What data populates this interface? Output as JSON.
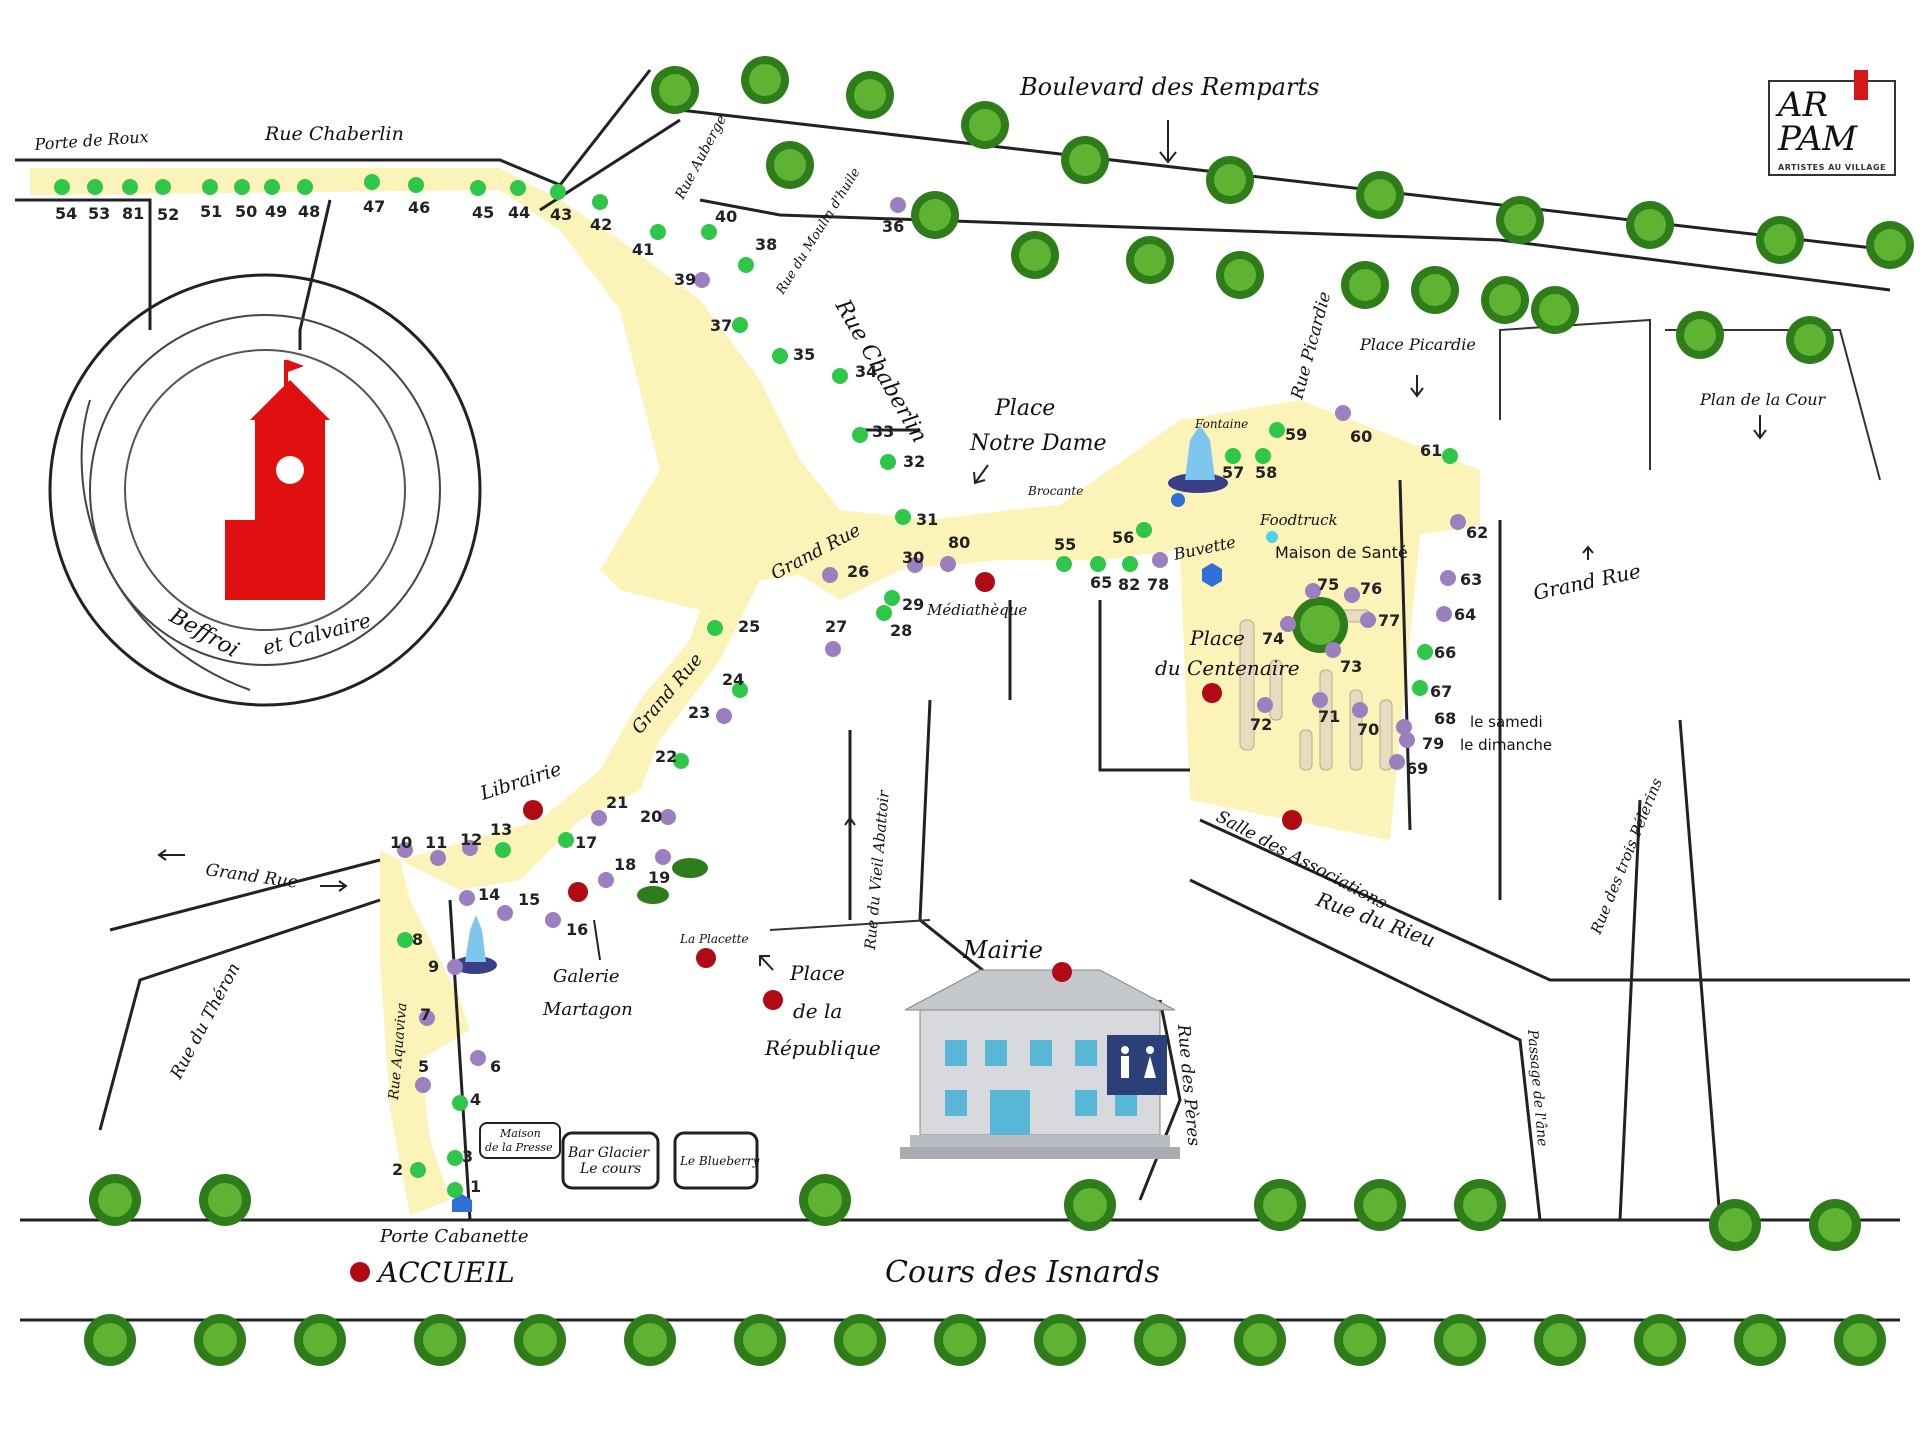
{
  "logo": {
    "text_top": "AR PAM",
    "text_sub": "ARTISTES AU VILLAGE"
  },
  "streets": {
    "boulevard_remparts": "Boulevard des Remparts",
    "porte_de_roux": "Porte de Roux",
    "rue_chaberlin_top": "Rue Chaberlin",
    "rue_auberge": "Rue Auberge",
    "rue_moulin": "Rue du Moulin d'huile",
    "rue_chaberlin_diag": "Rue Chaberlin",
    "place_notre_dame_1": "Place",
    "place_notre_dame_2": "Notre Dame",
    "brocante": "Brocante",
    "rue_picardie": "Rue Picardie",
    "place_picardie": "Place Picardie",
    "plan_de_la_cour": "Plan de la Cour",
    "fontaine": "Fontaine",
    "foodtruck": "Foodtruck",
    "buvette": "Buvette",
    "maison_de_sante": "Maison de Santé",
    "grand_rue_right": "Grand Rue",
    "grand_rue_mid": "Grand Rue",
    "grand_rue_lower": "Grand Rue",
    "grand_rue_left": "Grand Rue",
    "beffroi": "Beffroi",
    "et_calvaire": "et Calvaire",
    "mediatheque": "Médiathèque",
    "place_centenaire_1": "Place",
    "place_centenaire_2": "du Centenaire",
    "samedi": "le samedi",
    "dimanche": "le dimanche",
    "librairie": "Librairie",
    "salle_associations": "Salle des Associations",
    "rue_rieu": "Rue du Rieu",
    "rue_trois_pelerins": "Rue des trois Pélerins",
    "rue_vieil_abattoir": "Rue du Vieil Abattoir",
    "la_placette": "La Placette",
    "place_rep_1": "Place",
    "place_rep_2": "de la",
    "place_rep_3": "République",
    "galerie_1": "Galerie",
    "galerie_2": "Martagon",
    "mairie": "Mairie",
    "rue_peres": "Rue des Pères",
    "passage_ane": "Passage de l'âne",
    "rue_theron": "Rue du Théron",
    "rue_aquaviva": "Rue Aquaviva",
    "maison_presse_1": "Maison",
    "maison_presse_2": "de la Presse",
    "bar_glacier_1": "Bar Glacier",
    "bar_glacier_2": "Le cours",
    "le_blueberry": "Le Blueberry",
    "porte_cabanette": "Porte Cabanette",
    "accueil": "ACCUEIL",
    "cours_isnards": "Cours des Isnards"
  },
  "stands": [
    {
      "n": "1",
      "c": "green"
    },
    {
      "n": "2",
      "c": "green"
    },
    {
      "n": "3",
      "c": "green"
    },
    {
      "n": "4",
      "c": "green"
    },
    {
      "n": "5",
      "c": "purple"
    },
    {
      "n": "6",
      "c": "purple"
    },
    {
      "n": "7",
      "c": "purple"
    },
    {
      "n": "8",
      "c": "green"
    },
    {
      "n": "9",
      "c": "purple"
    },
    {
      "n": "10",
      "c": "purple"
    },
    {
      "n": "11",
      "c": "purple"
    },
    {
      "n": "12",
      "c": "purple"
    },
    {
      "n": "13",
      "c": "green"
    },
    {
      "n": "14",
      "c": "purple"
    },
    {
      "n": "15",
      "c": "purple"
    },
    {
      "n": "16",
      "c": "purple"
    },
    {
      "n": "17",
      "c": "green"
    },
    {
      "n": "18",
      "c": "purple"
    },
    {
      "n": "19",
      "c": "purple"
    },
    {
      "n": "20",
      "c": "purple"
    },
    {
      "n": "21",
      "c": "purple"
    },
    {
      "n": "22",
      "c": "green"
    },
    {
      "n": "23",
      "c": "purple"
    },
    {
      "n": "24",
      "c": "green"
    },
    {
      "n": "25",
      "c": "green"
    },
    {
      "n": "26",
      "c": "purple"
    },
    {
      "n": "27",
      "c": "purple"
    },
    {
      "n": "28",
      "c": "green"
    },
    {
      "n": "29",
      "c": "green"
    },
    {
      "n": "30",
      "c": "purple"
    },
    {
      "n": "31",
      "c": "green"
    },
    {
      "n": "32",
      "c": "green"
    },
    {
      "n": "33",
      "c": "green"
    },
    {
      "n": "34",
      "c": "green"
    },
    {
      "n": "35",
      "c": "green"
    },
    {
      "n": "36",
      "c": "purple"
    },
    {
      "n": "37",
      "c": "green"
    },
    {
      "n": "38",
      "c": "green"
    },
    {
      "n": "39",
      "c": "purple"
    },
    {
      "n": "40",
      "c": "green"
    },
    {
      "n": "41",
      "c": "green"
    },
    {
      "n": "42",
      "c": "green"
    },
    {
      "n": "43",
      "c": "green"
    },
    {
      "n": "44",
      "c": "green"
    },
    {
      "n": "45",
      "c": "green"
    },
    {
      "n": "46",
      "c": "green"
    },
    {
      "n": "47",
      "c": "green"
    },
    {
      "n": "48",
      "c": "green"
    },
    {
      "n": "49",
      "c": "green"
    },
    {
      "n": "50",
      "c": "green"
    },
    {
      "n": "51",
      "c": "green"
    },
    {
      "n": "52",
      "c": "green"
    },
    {
      "n": "53",
      "c": "green"
    },
    {
      "n": "54",
      "c": "green"
    },
    {
      "n": "55",
      "c": "green"
    },
    {
      "n": "56",
      "c": "green"
    },
    {
      "n": "57",
      "c": "green"
    },
    {
      "n": "58",
      "c": "green"
    },
    {
      "n": "59",
      "c": "green"
    },
    {
      "n": "60",
      "c": "purple"
    },
    {
      "n": "61",
      "c": "green"
    },
    {
      "n": "62",
      "c": "purple"
    },
    {
      "n": "63",
      "c": "purple"
    },
    {
      "n": "64",
      "c": "purple"
    },
    {
      "n": "65",
      "c": "green"
    },
    {
      "n": "66",
      "c": "green"
    },
    {
      "n": "67",
      "c": "green"
    },
    {
      "n": "68",
      "c": "purple"
    },
    {
      "n": "69",
      "c": "purple"
    },
    {
      "n": "70",
      "c": "purple"
    },
    {
      "n": "71",
      "c": "purple"
    },
    {
      "n": "72",
      "c": "purple"
    },
    {
      "n": "73",
      "c": "purple"
    },
    {
      "n": "74",
      "c": "purple"
    },
    {
      "n": "75",
      "c": "purple"
    },
    {
      "n": "76",
      "c": "purple"
    },
    {
      "n": "77",
      "c": "purple"
    },
    {
      "n": "78",
      "c": "purple"
    },
    {
      "n": "79",
      "c": "purple"
    },
    {
      "n": "80",
      "c": "purple"
    },
    {
      "n": "81",
      "c": "green"
    },
    {
      "n": "82",
      "c": "green"
    }
  ],
  "colors": {
    "green_dot": "#2ec74a",
    "purple_dot": "#9b7fbf",
    "red_marker": "#b00a14",
    "blue_marker": "#2f6fd6",
    "pedestrian_area": "#fbf3b8",
    "beffroi_red": "#e01010",
    "wc_blue": "#2b3f79"
  },
  "icons": {
    "fountain": "fountain-icon",
    "tree": "tree-icon",
    "wc": "toilets-icon",
    "building": "mairie-building-icon",
    "tower": "beffroi-tower-icon"
  }
}
